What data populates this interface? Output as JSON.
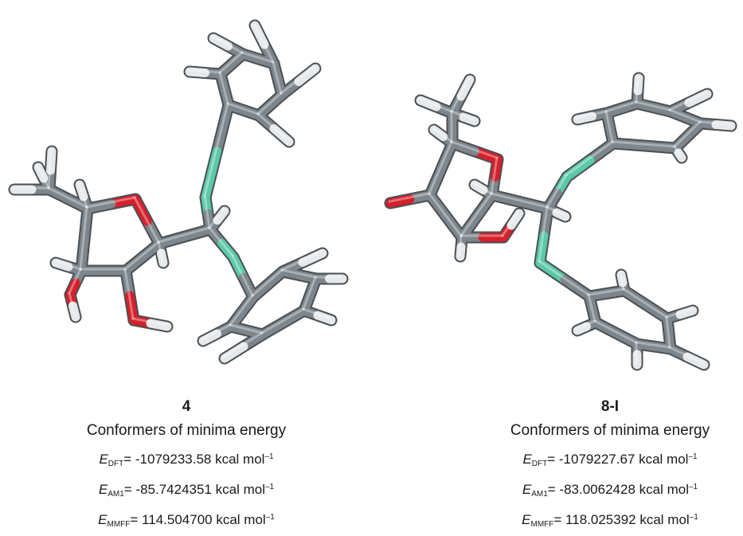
{
  "colors": {
    "carbon": "#7c868c",
    "carbon_light": "#aeb6ba",
    "hydrogen": "#e6e8ea",
    "oxygen": "#d6202b",
    "sulfur": "#5cc9a7"
  },
  "molecules": [
    {
      "label": "4",
      "title": "Conformers of minima energy",
      "energies": [
        {
          "symbol": "E",
          "sub": "DFT",
          "value": "= -1079233.58 kcal mol",
          "sup": "–1"
        },
        {
          "symbol": "E",
          "sub": "AM1",
          "value": "= -85.7424351 kcal mol",
          "sup": "–1"
        },
        {
          "symbol": "E",
          "sub": "MMFF",
          "value": "= 114.504700 kcal mol",
          "sup": "–1"
        }
      ]
    },
    {
      "label": "8-I",
      "title": "Conformers of minima energy",
      "energies": [
        {
          "symbol": "E",
          "sub": "DFT",
          "value": "= -1079227.67 kcal mol",
          "sup": "–1"
        },
        {
          "symbol": "E",
          "sub": "AM1",
          "value": "= -83.0062428 kcal mol",
          "sup": "–1"
        },
        {
          "symbol": "E",
          "sub": "MMFF",
          "value": "= 118.025392 kcal mol",
          "sup": "–1"
        }
      ]
    }
  ]
}
